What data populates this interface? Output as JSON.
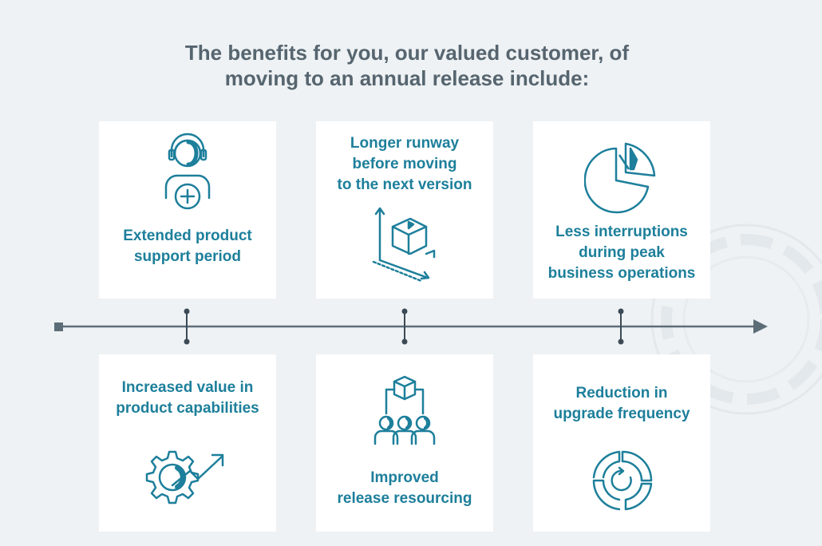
{
  "title": {
    "line1": "The benefits for you, our valued customer, of",
    "line2": "moving to an annual release include:"
  },
  "colors": {
    "accent": "#1d7f9b",
    "title": "#56656f",
    "timeline": "#5d6d78",
    "card_bg": "#ffffff",
    "background": "#eef2f4"
  },
  "cards_top": [
    {
      "icon": "support-agent-plus-icon",
      "lines": [
        "Extended product",
        "support period"
      ]
    },
    {
      "icon": "box-axes-icon",
      "lines": [
        "Longer runway",
        "before moving",
        "to the next version"
      ]
    },
    {
      "icon": "pie-chart-icon",
      "lines": [
        "Less interruptions",
        "during peak",
        "business operations"
      ]
    }
  ],
  "cards_bottom": [
    {
      "icon": "gear-growth-arrow-icon",
      "lines": [
        "Increased value in",
        "product capabilities"
      ]
    },
    {
      "icon": "team-box-icon",
      "lines": [
        "Improved",
        "release resourcing"
      ]
    },
    {
      "icon": "refresh-cycle-icon",
      "lines": [
        "Reduction in",
        "upgrade frequency"
      ]
    }
  ]
}
